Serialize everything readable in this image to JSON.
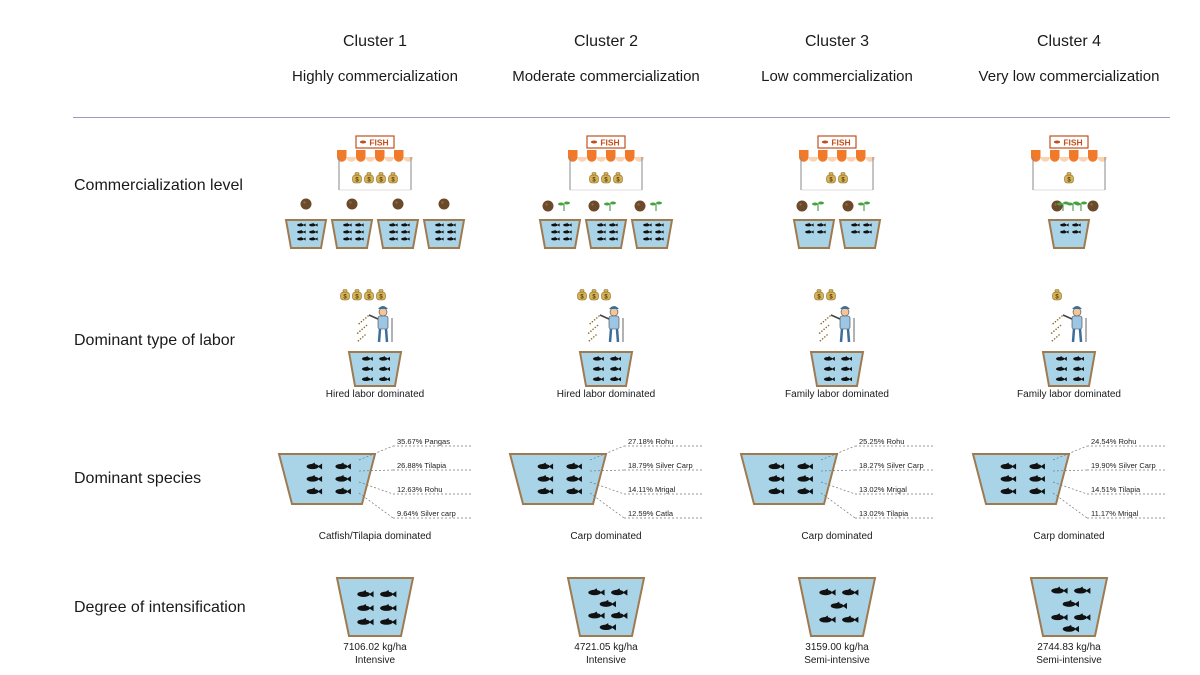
{
  "clusters": [
    {
      "title": "Cluster 1",
      "subtitle": "Highly commercialization",
      "money_market": 4,
      "ponds": 4,
      "plants": false,
      "money_labor": 4,
      "labor": "Hired labor dominated",
      "species": [
        "35.67% Pangas",
        "26.88% Tilapia",
        "12.63% Rohu",
        "9.64% Silver carp"
      ],
      "species_caption": "Catfish/Tilapia dominated",
      "yield": "7106.02 kg/ha",
      "intensity": "Intensive"
    },
    {
      "title": "Cluster 2",
      "subtitle": "Moderate commercialization",
      "money_market": 3,
      "ponds": 3,
      "plants": true,
      "money_labor": 3,
      "labor": "Hired labor dominated",
      "species": [
        "27.18% Rohu",
        "18.79% Silver Carp",
        "14.11% Mrigal",
        "12.59% Catla"
      ],
      "species_caption": "Carp dominated",
      "yield": "4721.05 kg/ha",
      "intensity": "Intensive"
    },
    {
      "title": "Cluster 3",
      "subtitle": "Low commercialization",
      "money_market": 2,
      "ponds": 2,
      "plants": true,
      "money_labor": 2,
      "labor": "Family labor dominated",
      "species": [
        "25.25% Rohu",
        "18.27% Silver Carp",
        "13.02% Mrigal",
        "13.02% Tilapia"
      ],
      "species_caption": "Carp dominated",
      "yield": "3159.00 kg/ha",
      "intensity": "Semi-intensive"
    },
    {
      "title": "Cluster 4",
      "subtitle": "Very low commercialization",
      "money_market": 1,
      "ponds": 1,
      "plants": true,
      "money_labor": 1,
      "labor": "Family labor dominated",
      "species": [
        "24.54% Rohu",
        "19.90% Silver Carp",
        "14.51% Tilapia",
        "11.17% Mrigal"
      ],
      "species_caption": "Carp dominated",
      "yield": "2744.83 kg/ha",
      "intensity": "Semi-intensive"
    }
  ],
  "rows": {
    "commercialization": "Commercialization level",
    "labor": "Dominant type of labor",
    "species": "Dominant species",
    "intensification": "Degree of intensification"
  },
  "shop_sign": "FISH",
  "colors": {
    "water": "#a9d4e8",
    "pond_edge": "#a07a4f",
    "fish": "#111111",
    "awning_orange": "#f07a2a",
    "money": "#d4b25a",
    "separator": "#9a9ac4"
  }
}
